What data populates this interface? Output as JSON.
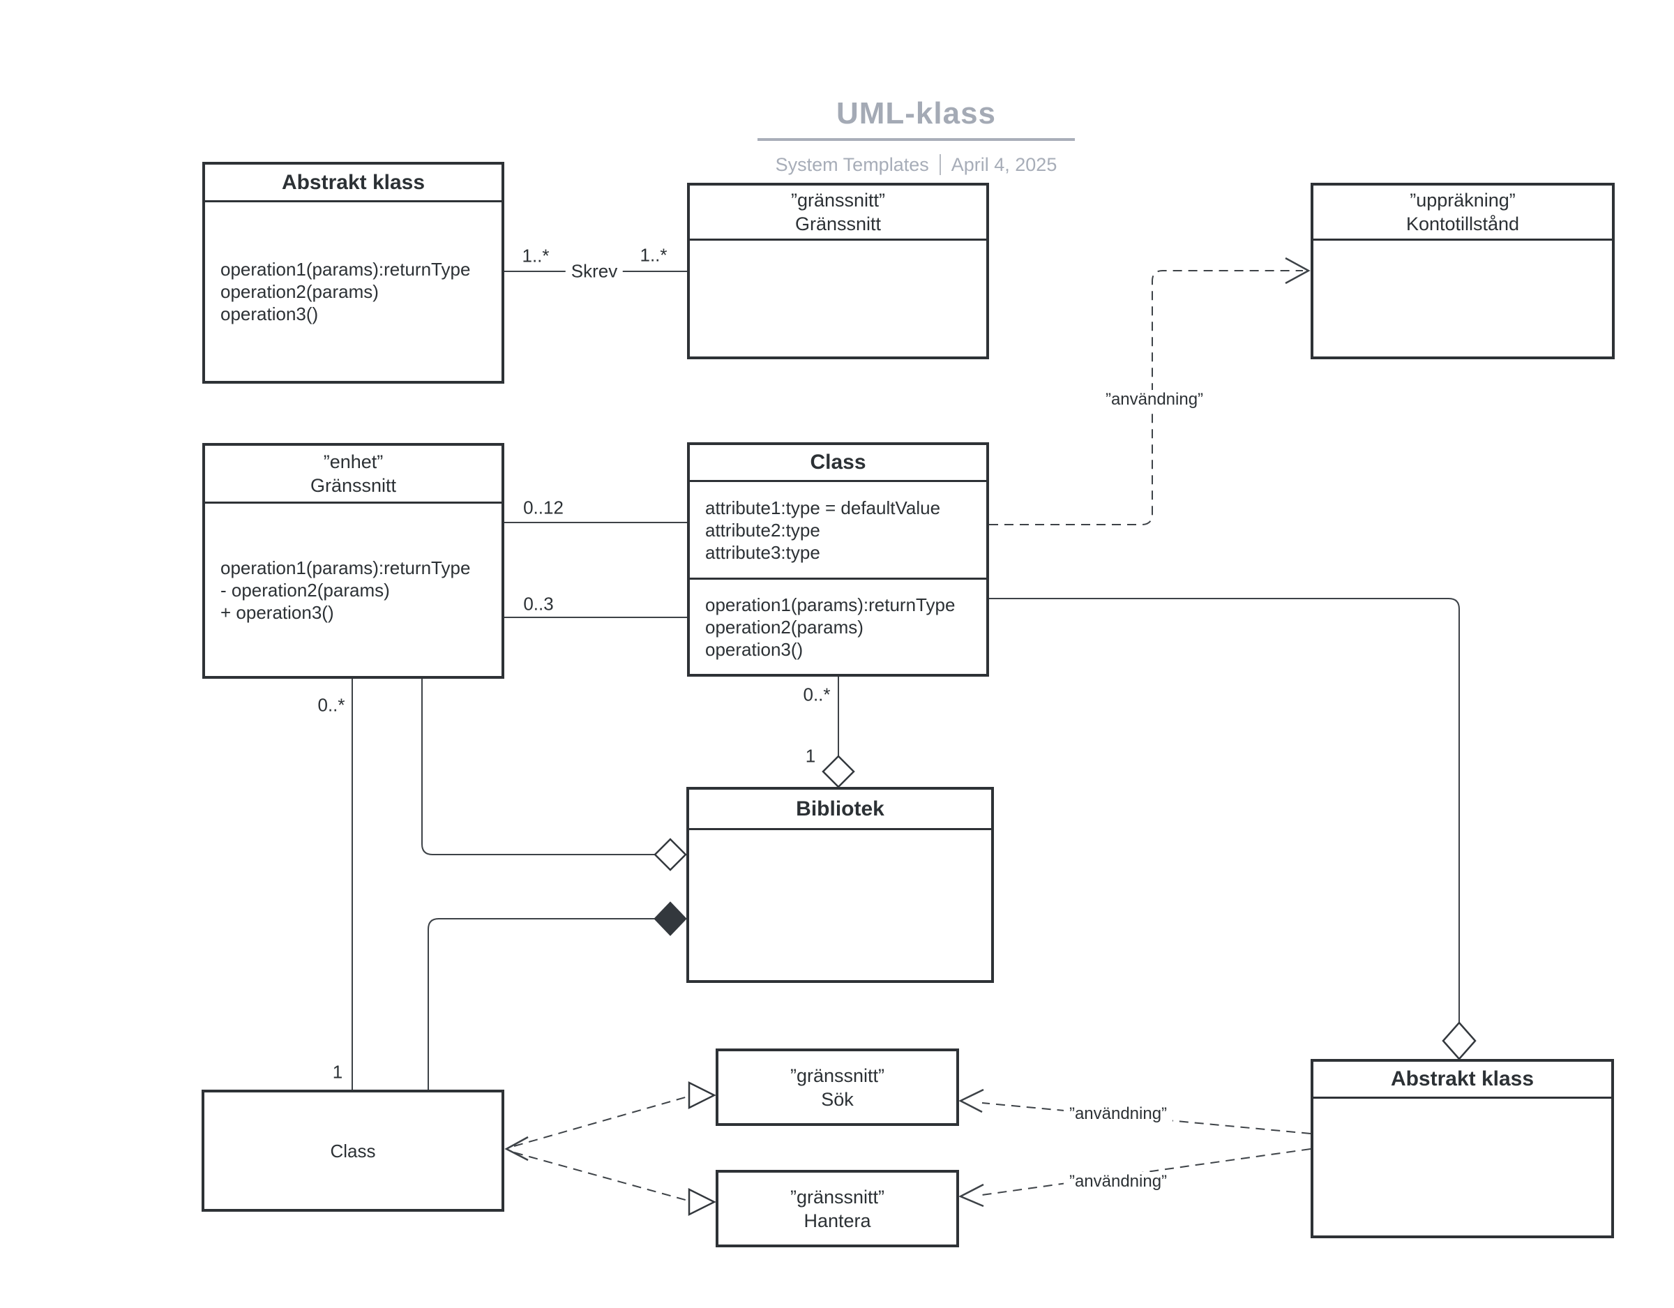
{
  "header": {
    "title": "UML-klass",
    "meta_primary": "System Templates",
    "meta_date": "April 4, 2025"
  },
  "palette": {
    "heading_gray": "#a4aab5",
    "box_border": "#2e3236",
    "wire": "#3d4247",
    "text": "#2c3135"
  },
  "classes": {
    "abstract_top": {
      "title": "Abstrakt klass",
      "operations": [
        "operation1(params):returnType",
        "operation2(params)",
        "operation3()"
      ]
    },
    "interface_top": {
      "stereotype": "”gränssnitt”",
      "name": "Gränssnitt"
    },
    "enum_top": {
      "stereotype": "”uppräkning”",
      "name": "Kontotillstånd"
    },
    "entity_left": {
      "stereotype": "”enhet”",
      "name": "Gränssnitt",
      "operations": [
        "operation1(params):returnType",
        "- operation2(params)",
        "+ operation3()"
      ]
    },
    "class_mid": {
      "title": "Class",
      "attributes": [
        "attribute1:type = defaultValue",
        "attribute2:type",
        "attribute3:type"
      ],
      "operations": [
        "operation1(params):returnType",
        "operation2(params)",
        "operation3()"
      ]
    },
    "bibliotek": {
      "title": "Bibliotek"
    },
    "class_bottom": {
      "title": "Class"
    },
    "interface_sok": {
      "stereotype": "”gränssnitt”",
      "name": "Sök"
    },
    "interface_hantera": {
      "stereotype": "”gränssnitt”",
      "name": "Hantera"
    },
    "abstract_bottom": {
      "title": "Abstrakt klass"
    }
  },
  "connector_labels": {
    "skrev_left_mult": "1..*",
    "skrev_name": "Skrev",
    "skrev_right_mult": "1..*",
    "mult_0_12": "0..12",
    "mult_0_3": "0..3",
    "left_assoc_upper": "0..*",
    "left_assoc_lower": "1",
    "mid_assoc_upper": "0..*",
    "mid_assoc_lower": "1",
    "usage_enum": "”användning”",
    "usage_sok": "”användning”",
    "usage_hantera": "”användning”"
  }
}
